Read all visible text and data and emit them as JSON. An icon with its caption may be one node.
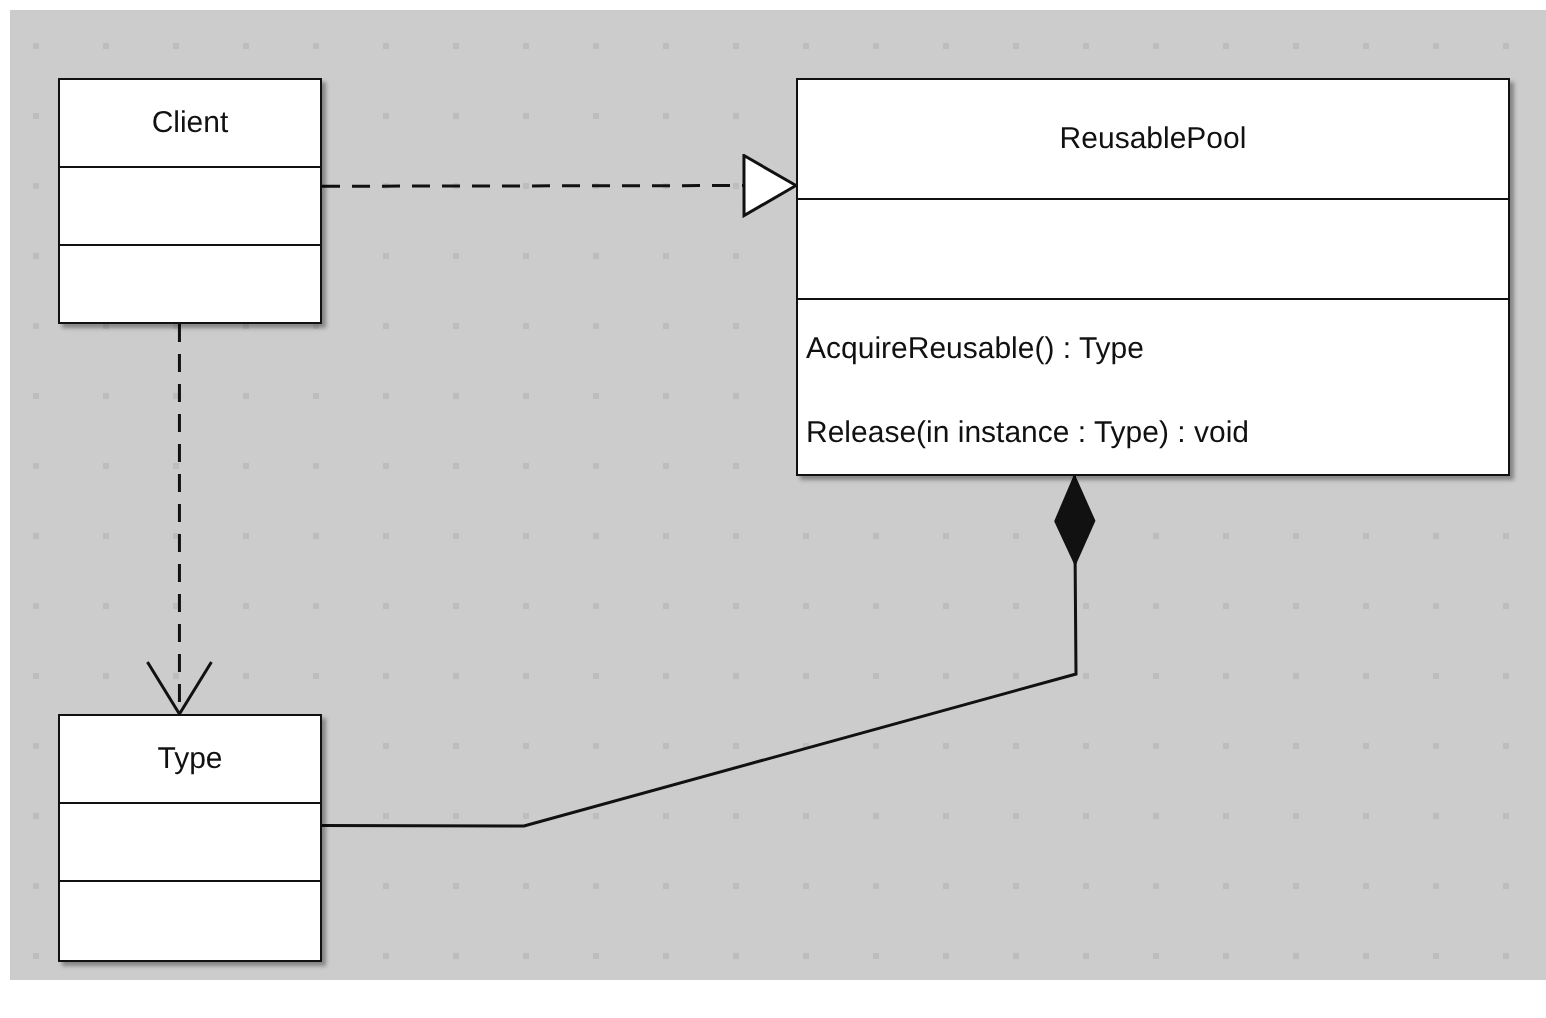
{
  "diagram": {
    "nodes": [
      {
        "text": [
          "Client"
        ]
      },
      {
        "text": [
          "ReusablePool",
          "AcquireReusable() : Type",
          "Release(in instance : Type) : void"
        ]
      },
      {
        "text": [
          "Type"
        ]
      }
    ],
    "edges": [
      {
        "from": 0,
        "to": 1,
        "arrow": "to",
        "style": "dashed"
      },
      {
        "from": 0,
        "to": 2,
        "arrow": "to",
        "style": "dashed"
      },
      {
        "from": 2,
        "to": 1,
        "arrow": "other"
      }
    ]
  }
}
